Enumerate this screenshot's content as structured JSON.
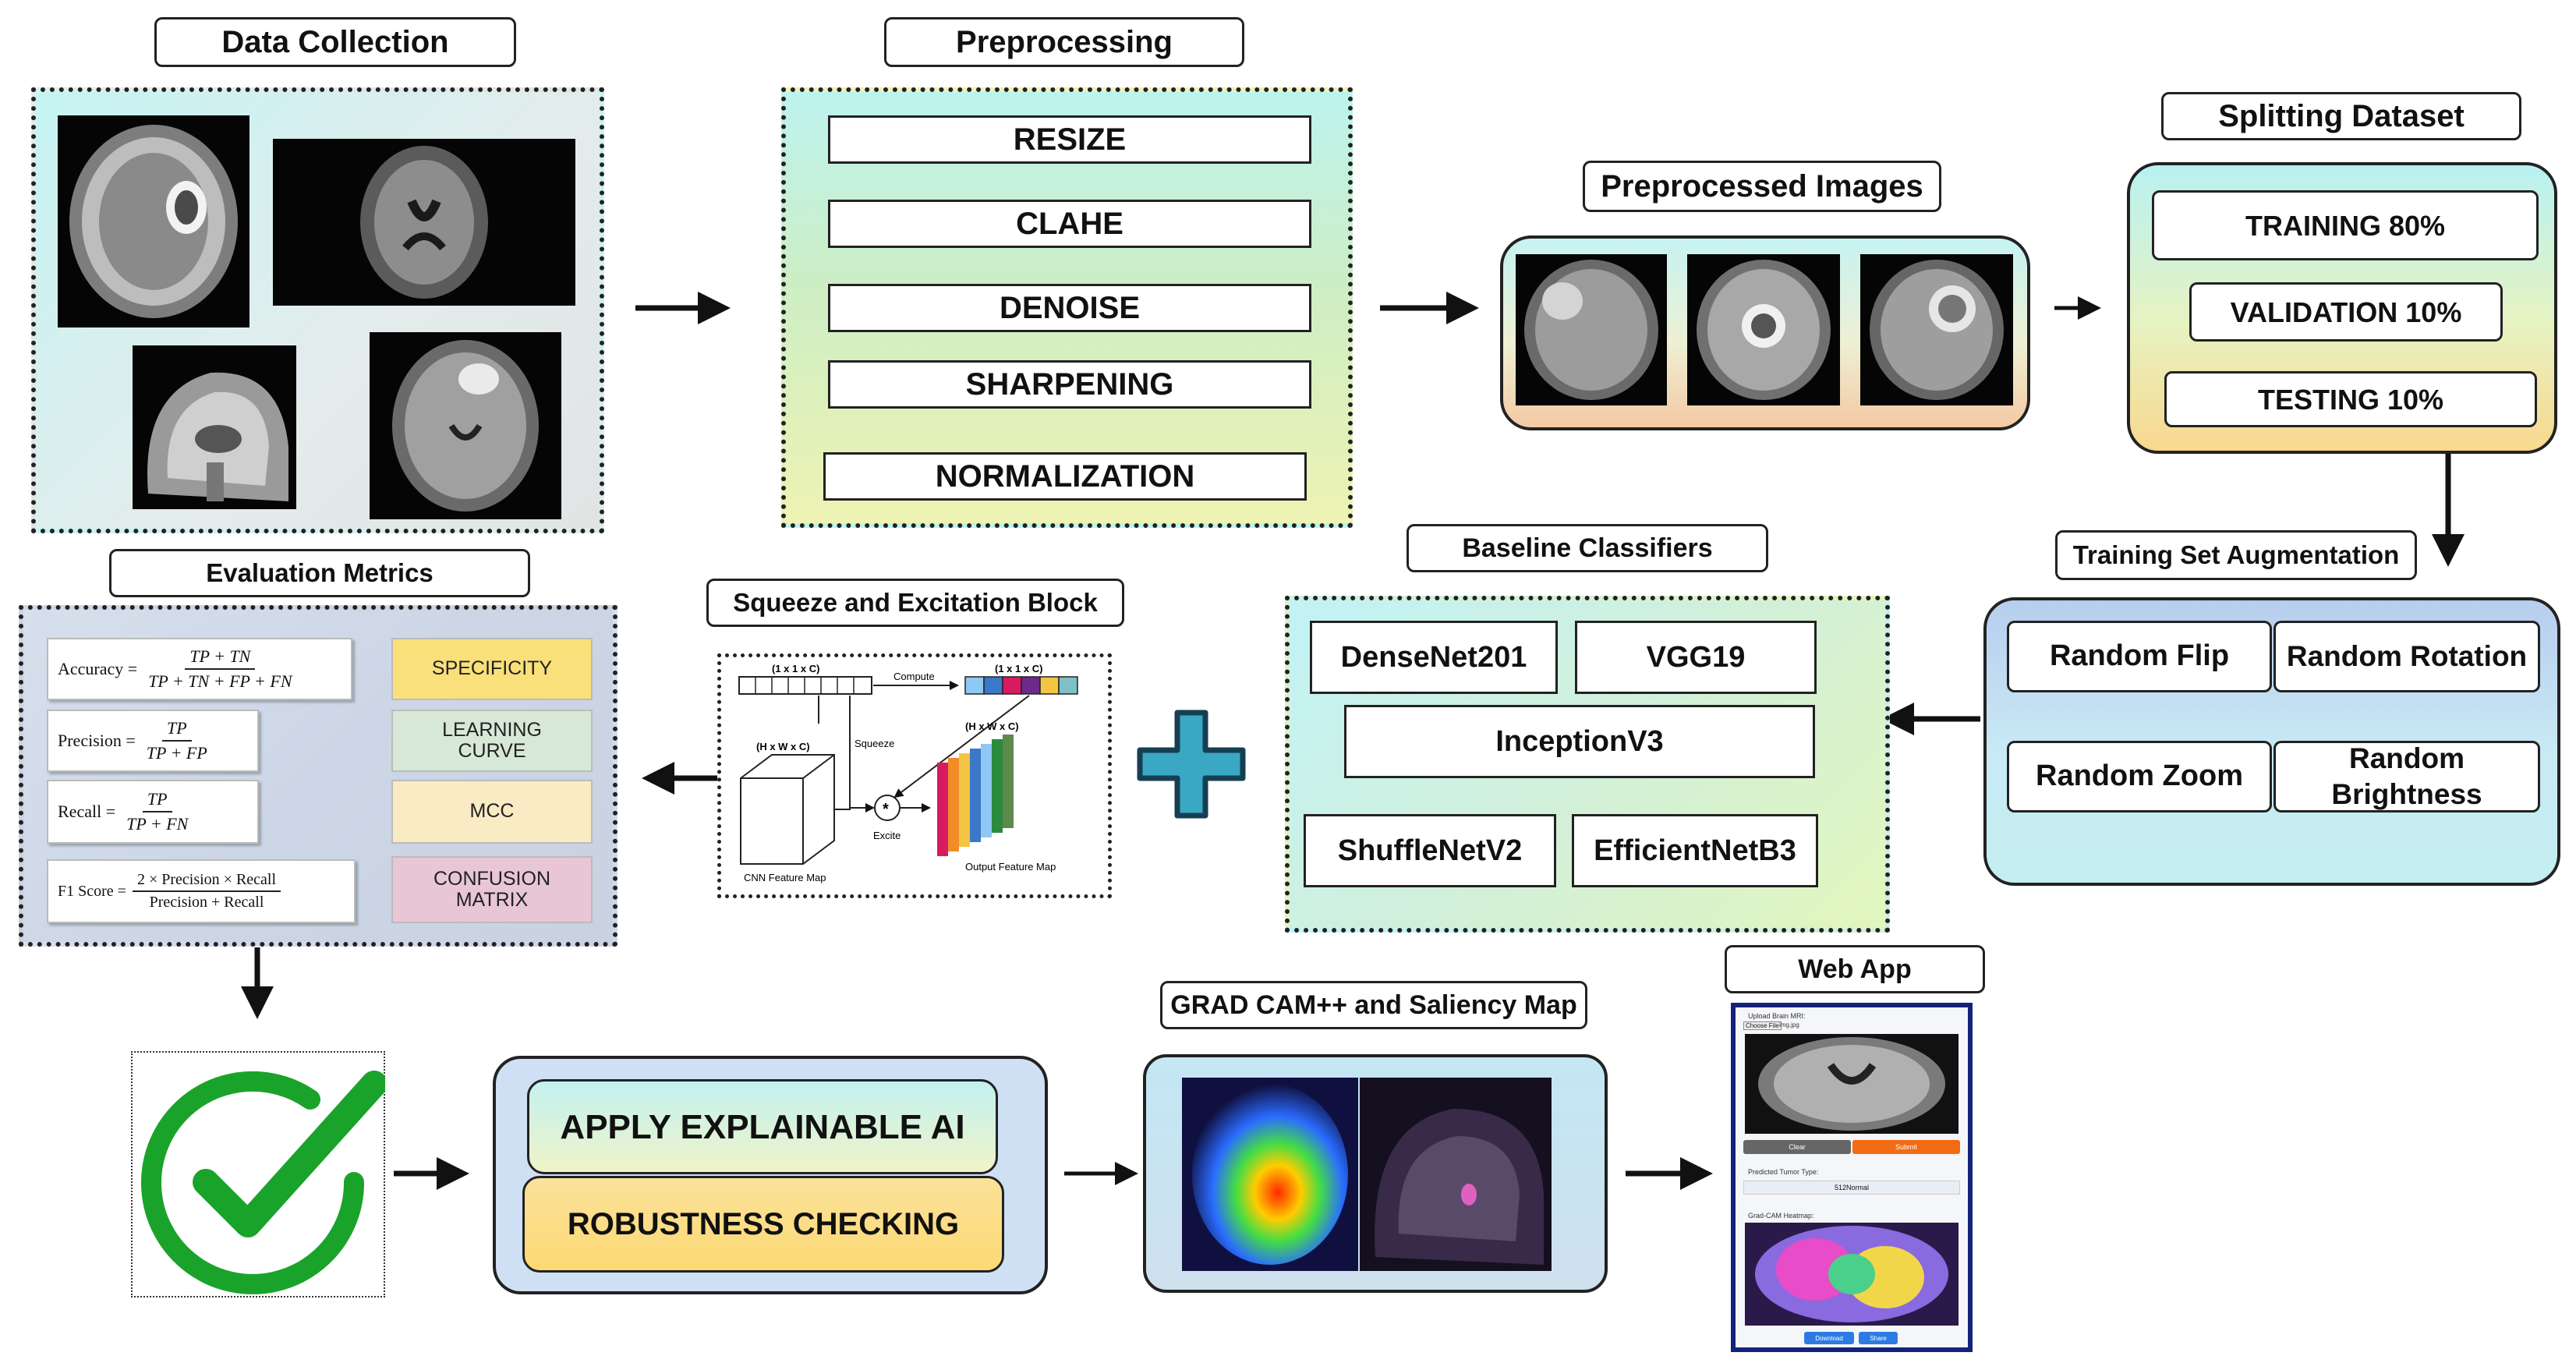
{
  "data_collection": {
    "title": "Data Collection"
  },
  "preprocessing": {
    "title": "Preprocessing",
    "steps": [
      "RESIZE",
      "CLAHE",
      "DENOISE",
      "SHARPENING",
      "NORMALIZATION"
    ]
  },
  "preprocessed": {
    "title": "Preprocessed Images"
  },
  "splitting": {
    "title": "Splitting Dataset",
    "items": [
      "TRAINING 80%",
      "VALIDATION 10%",
      "TESTING 10%"
    ]
  },
  "augmentation": {
    "title": "Training Set Augmentation",
    "items": [
      "Random Flip",
      "Random Rotation",
      "Random Zoom",
      "Random Brightness"
    ]
  },
  "baseline": {
    "title": "Baseline Classifiers",
    "models": [
      "DenseNet201",
      "VGG19",
      "InceptionV3",
      "ShuffleNetV2",
      "EfficientNetB3"
    ]
  },
  "se_block": {
    "title": "Squeeze and Excitation Block",
    "labels": {
      "top_left_dims": "(1 x 1 x C)",
      "top_right_dims": "(1 x 1 x C)",
      "compute": "Compute",
      "squeeze": "Squeeze",
      "hwc_left": "(H x W x C)",
      "hwc_right": "(H x W x C)",
      "excite": "Excite",
      "multiply": "*",
      "cnn_map": "CNN Feature Map",
      "output_map": "Output Feature Map"
    }
  },
  "evaluation": {
    "title": "Evaluation Metrics",
    "formulas": {
      "accuracy": {
        "lhs": "Accuracy =",
        "num": "TP + TN",
        "den": "TP + TN + FP + FN"
      },
      "precision": {
        "lhs": "Precision =",
        "num": "TP",
        "den": "TP + FP"
      },
      "recall": {
        "lhs": "Recall =",
        "num": "TP",
        "den": "TP + FN"
      },
      "f1": {
        "lhs": "F1 Score =",
        "num": "2 × Precision × Recall",
        "den": "Precision + Recall"
      }
    },
    "metrics": [
      "SPECIFICITY",
      "LEARNING CURVE",
      "MCC",
      "CONFUSION MATRIX"
    ],
    "colors": {
      "specificity": "#f9e07a",
      "learning_curve": "#d8e8d6",
      "mcc": "#f9ebc4",
      "confusion_matrix": "#e8c6d6"
    }
  },
  "xai": {
    "items": [
      "APPLY EXPLAINABLE AI",
      "ROBUSTNESS CHECKING"
    ]
  },
  "gradcam": {
    "title": "GRAD CAM++ and Saliency Map"
  },
  "webapp": {
    "title": "Web App",
    "upload_label": "Upload Brain MRI:",
    "choose_file": "Choose File",
    "file_name": "img.jpg",
    "clear_button": "Clear",
    "submit_button": "Submit",
    "predicted_label": "Predicted Tumor Type:",
    "prediction": "512Normal",
    "heatmap_label": "Grad-CAM Heatmap:",
    "download_button": "Download",
    "share_button": "Share",
    "accent_color": "#f36b12",
    "button_blue": "#2c7be5"
  },
  "icons": [
    "plus-icon",
    "checkmark-icon"
  ],
  "colors": {
    "plus": "#3aa7c4",
    "check": "#1aa32a"
  }
}
